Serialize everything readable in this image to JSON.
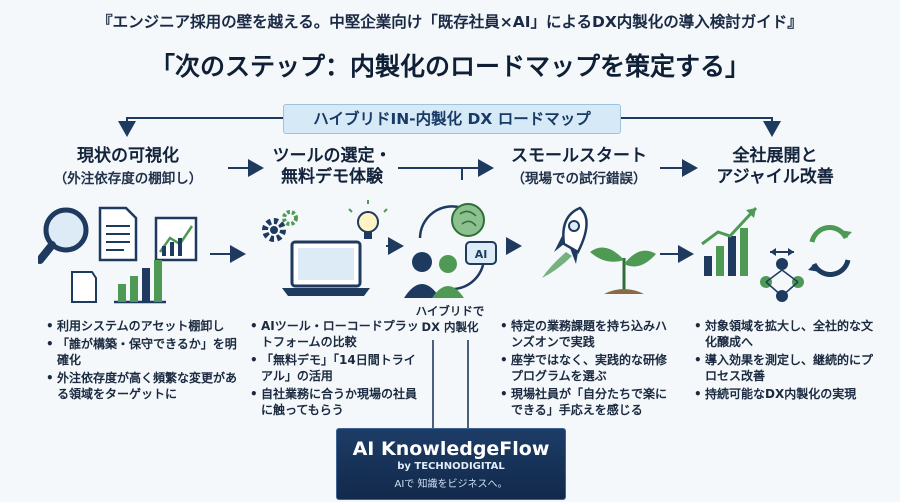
{
  "header": {
    "supertitle": "『エンジニア採用の壁を越える。中堅企業向け「既存社員×AI」によるDX内製化の導入検討ガイド』",
    "title": "「次のステップ：内製化のロードマップを策定する」"
  },
  "banner": {
    "label": "ハイブリドIN-内製化 DX ロードマップ"
  },
  "stages": [
    {
      "title": "現状の可視化",
      "subtitle": "（外注依存度の棚卸し）",
      "bullets": [
        "利用システムのアセット棚卸し",
        "「誰が構築・保守できるか」を明確化",
        "外注依存度が高く頻繁な変更がある領域をターゲットに"
      ]
    },
    {
      "title_line1": "ツールの選定・",
      "title_line2": "無料デモ体験",
      "bullets": [
        "AIツール・ローコードプラットフォームの比較",
        "「無料デモ」「14日間トライアル」の活用",
        "自社業務に合うか現場の社員に触ってもらう"
      ]
    },
    {
      "title": "スモールスタート",
      "subtitle": "（現場での試行錯誤）",
      "bullets": [
        "特定の業務課題を持ち込みハンズオンで実践",
        "座学ではなく、実践的な研修プログラムを選ぶ",
        "現場社員が「自分たちで楽にできる」手応えを感じる"
      ]
    },
    {
      "title_line1": "全社展開と",
      "title_line2": "アジャイル改善",
      "bullets": [
        "対象領域を拡大し、全社的な文化醸成へ",
        "導入効果を測定し、継続的にプロセス改善",
        "持続可能なDX内製化の実現"
      ]
    }
  ],
  "hub": {
    "label_line1": "ハイブリドで",
    "label_line2": "DX 内製化",
    "ai_badge": "AI"
  },
  "brand": {
    "name": "AI KnowledgeFlow",
    "by": "by TECHNODIGITAL",
    "tagline": "AIで 知識をビジネスへ。"
  },
  "colors": {
    "navy": "#1f3a5f",
    "green": "#4e9a55",
    "light_blue": "#d6e9f6",
    "background": "#f4f8fb"
  }
}
